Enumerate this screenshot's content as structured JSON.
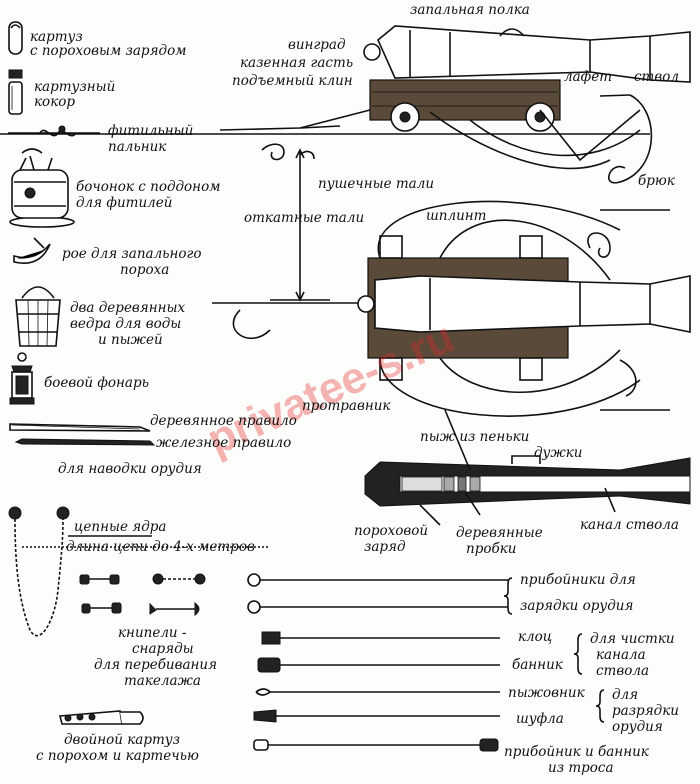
{
  "watermark": "privatee-s.ru",
  "left_column": {
    "powder_cartridge": [
      "картуз",
      "с пороховым зарядом"
    ],
    "cartridge_case": [
      "картузный",
      "кокор"
    ],
    "linstock": [
      "фитильный",
      "пальник"
    ],
    "match_tub": [
      "бочонок с поддоном",
      "для фитилей"
    ],
    "priming_horn": [
      "рое для запального",
      "пороха"
    ],
    "buckets": [
      "два деревянных",
      "ведра для воды",
      "и пыжей"
    ],
    "lantern": "боевой фонарь",
    "wooden_handspike": "деревянное правило",
    "iron_handspike": "железное правило",
    "for_aiming": "для наводки орудия",
    "chain_shot": "цепные ядра",
    "chain_length": "длина цепи до 4-х метров",
    "bar_shot": [
      "книпели -",
      "снаряды",
      "для перебивания",
      "такелажа"
    ],
    "double_cartridge": [
      "двойной картуз",
      "с порохом и картечью"
    ]
  },
  "cannon_side": {
    "vent_field": "запальная полка",
    "cascabel": "винград",
    "breech_nut": "казенная гасть",
    "quoin": "подъемный клин",
    "carriage": "лафет",
    "barrel": "ствол",
    "breeching": "брюк",
    "gun_tackles": "пушечные тали",
    "train_tackles": "откатные тали",
    "pin": "шплинт"
  },
  "bore_section": {
    "vent_pricker": "протравник",
    "oakum_wad": "пыж из пеньки",
    "dolphins": "дужки",
    "powder_charge": [
      "пороховой",
      "заряд"
    ],
    "wooden_plugs": [
      "деревянные",
      "пробки"
    ],
    "bore": "канал ствола"
  },
  "tools": {
    "rammers": [
      "прибойники для",
      "зарядки орудия"
    ],
    "worm": "клоц",
    "sponge": "банник",
    "for_cleaning": [
      "для чистки",
      "канала",
      "ствола"
    ],
    "wad_hook": "пыжовник",
    "ladle": "шуфла",
    "for_unloading": [
      "для",
      "разрядки",
      "орудия"
    ],
    "rope_rammer": [
      "прибойник и банник",
      "из троса"
    ]
  }
}
